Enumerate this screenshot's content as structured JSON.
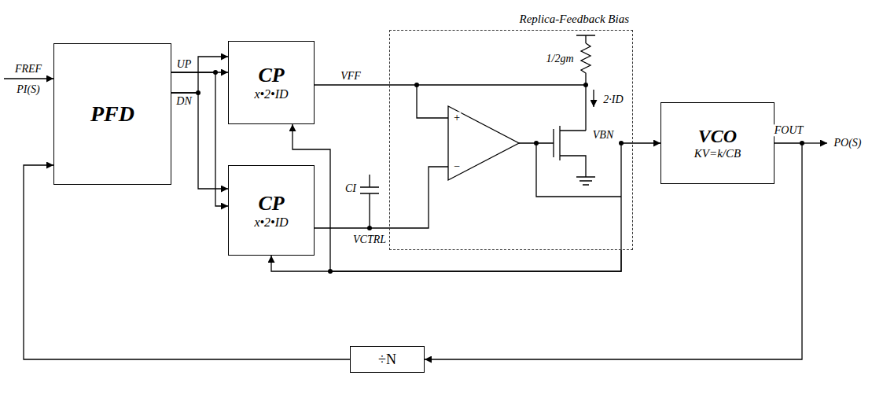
{
  "diagram": {
    "nodes": [
      {
        "text": [
          "PFD"
        ]
      },
      {
        "text": [
          "CP",
          "x•2•ID"
        ]
      },
      {
        "text": [
          "CP",
          "x•2•ID"
        ]
      },
      {
        "text": [
          "Replica-Feedback Bias"
        ]
      },
      {
        "text": [
          "VCO",
          "KV=k/CB"
        ]
      },
      {
        "text": [
          "÷N"
        ]
      }
    ],
    "edges": [
      {
        "from": 0,
        "to": 1,
        "arrow": "to"
      },
      {
        "from": 0,
        "to": 2,
        "arrow": "to"
      },
      {
        "from": 0,
        "to": 1,
        "arrow": "to"
      },
      {
        "from": 0,
        "to": 2,
        "arrow": "to"
      },
      {
        "from": 1,
        "to": 3,
        "arrow": "none"
      },
      {
        "from": 2,
        "to": 3,
        "arrow": "none"
      },
      {
        "from": 3,
        "to": 1,
        "arrow": "to"
      },
      {
        "from": 3,
        "to": 2,
        "arrow": "to"
      },
      {
        "from": 3,
        "to": 4,
        "arrow": "to"
      },
      {
        "from": 4,
        "to": 5,
        "arrow": "to"
      },
      {
        "from": 5,
        "to": 0,
        "arrow": "to"
      }
    ],
    "labels": [
      "FREF",
      "PI(S)",
      "UP",
      "DN",
      "VFF",
      "1/2gm",
      "2·ID",
      "+",
      "−",
      "CI",
      "VCTRL",
      "VBN",
      "FOUT",
      "PO(S)"
    ]
  }
}
